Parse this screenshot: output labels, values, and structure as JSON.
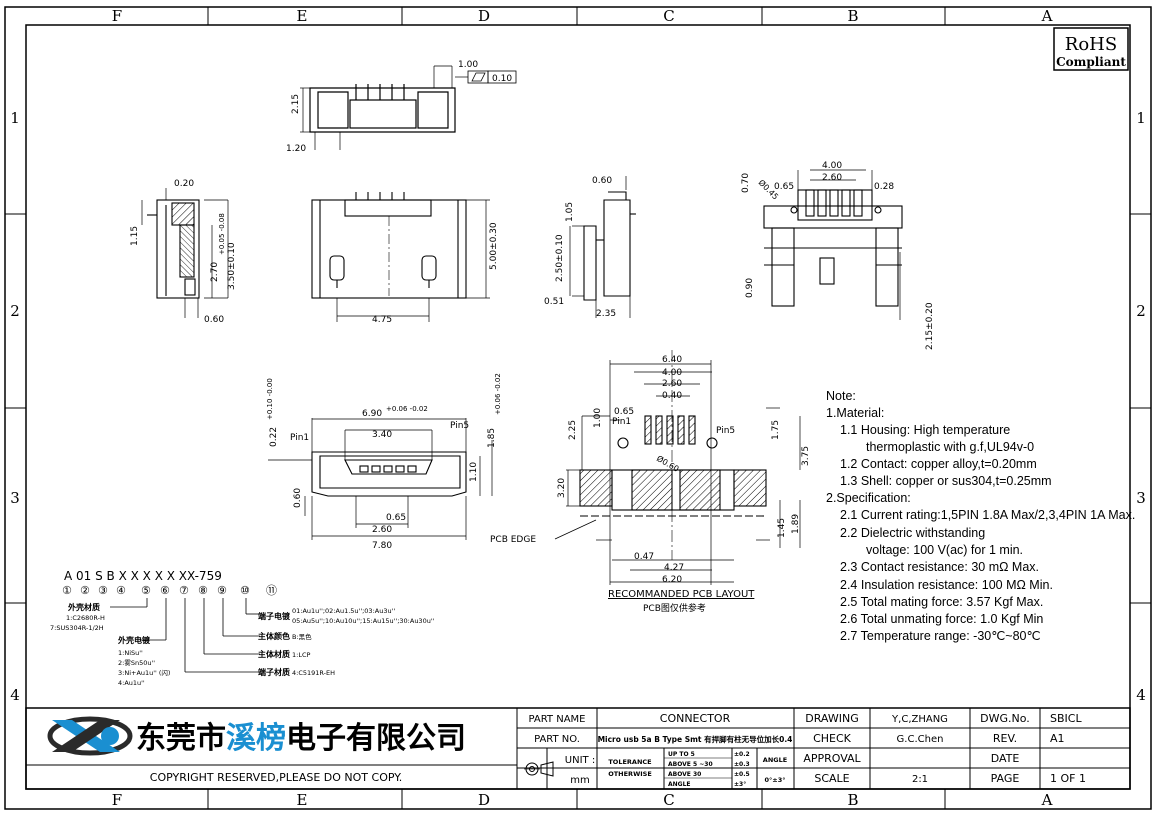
{
  "zones": {
    "top": [
      "F",
      "E",
      "D",
      "C",
      "B",
      "A"
    ],
    "bottom": [
      "F",
      "E",
      "D",
      "C",
      "B",
      "A"
    ],
    "left": [
      "1",
      "2",
      "3",
      "4"
    ],
    "right": [
      "1",
      "2",
      "3",
      "4"
    ]
  },
  "rohs": {
    "line1": "RoHS",
    "line2": "Compliant"
  },
  "dims": {
    "d100": "1.00",
    "d010": "0.10",
    "d215a": "2.15",
    "d120": "1.20",
    "d020": "0.20",
    "d115": "1.15",
    "d270": "2.70",
    "d270tol": "+0.05 -0.08",
    "d350": "3.50±0.10",
    "d060a": "0.60",
    "d500": "5.00±0.30",
    "d475": "4.75",
    "d060b": "0.60",
    "d105": "1.05",
    "d250": "2.50±0.10",
    "d051": "0.51",
    "d235": "2.35",
    "d400a": "4.00",
    "d260a": "2.60",
    "d070": "0.70",
    "d045": "Ø0.45",
    "d065a": "0.65",
    "d028": "0.28",
    "d090": "0.90",
    "d215b": "2.15±0.20",
    "d690": "6.90",
    "d690tol": "+0.06 -0.02",
    "d340": "3.40",
    "d022": "0.22",
    "d022tol": "+0.10 -0.00",
    "pin1a": "Pin1",
    "pin5a": "Pin5",
    "d110": "1.10",
    "d185": "1.85",
    "d185tol": "+0.06 -0.02",
    "d060c": "0.60",
    "d065b": "0.65",
    "d260b": "2.60",
    "d780": "7.80",
    "d640": "6.40",
    "d400b": "4.00",
    "d260c": "2.60",
    "d040": "0.40",
    "d065c": "0.65",
    "d100b": "1.00",
    "d225": "2.25",
    "pin1b": "Pin1",
    "pin5b": "Pin5",
    "d060d": "Ø0.60",
    "d175": "1.75",
    "d375": "3.75",
    "d320": "3.20",
    "d145": "1.45",
    "d189": "1.89",
    "d047": "0.47",
    "d427": "4.27",
    "d620": "6.20",
    "pcb_edge": "PCB EDGE",
    "pcb_layout": "RECOMMANDED PCB LAYOUT",
    "pcb_ref": "PCB图仅供参考"
  },
  "notes": [
    "Note:",
    "1.Material:",
    "1.1  Housing:  High  temperature",
    "thermoplastic  with  g.f,UL94v-0",
    "1.2  Contact:  copper  alloy,t=0.20mm",
    "1.3  Shell:  copper  or  sus304,t=0.25mm",
    "2.Specification:",
    "2.1  Current  rating:1,5PIN  1.8A  Max/2,3,4PIN  1A  Max.",
    "2.2  Dielectric  withstanding",
    "voltage:  100  V(ac)  for  1  min.",
    "2.3  Contact  resistance:  30  mΩ  Max.",
    "2.4  Insulation  resistance:  100  MΩ  Min.",
    "2.5  Total  mating  force:  3.57  Kgf  Max.",
    "2.6  Total  unmating  force:  1.0  Kgf  Min",
    "2.7  Temperature  range:  -30℃~80℃"
  ],
  "part_code": {
    "code": "A 01  S B X X X X X XX-759",
    "nums": [
      "①",
      "②",
      "③",
      "④",
      "⑤",
      "⑥",
      "⑦",
      "⑧",
      "⑨",
      "⑩",
      "⑪"
    ],
    "shell_title": "外壳材质",
    "shell_1": "1:C2680R-H",
    "shell_7": "7:SUS304R-1/2H",
    "plating_title": "外壳电镀",
    "plating_1": "1:NiSu''",
    "plating_2": "2:雾Sn50u''",
    "plating_3": "3:Ni+Au1u'' (闪)",
    "plating_4": "4:Au1u''",
    "terminal_plating": "端子电镀",
    "tp_line1": "01:Au1u'';02:Au1.5u'';03:Au3u''",
    "tp_line2": "05:Au5u'';10:Au10u'';15:Au15u'';30:Au30u''",
    "body_color": "主体颜色",
    "body_color_v": "B:黑色",
    "body_mat": "主体材质",
    "body_mat_v": "1:LCP",
    "term_mat": "端子材质",
    "term_mat_v": "4:C5191R-EH"
  },
  "title_block": {
    "company": "东莞市溪榜电子有限公司",
    "company_parts": [
      "东莞市",
      "溪榜",
      "电子有限公司"
    ],
    "copyright": "COPYRIGHT  RESERVED,PLEASE  DO  NOT  COPY.",
    "part_name_label": "PART  NAME",
    "part_name": "CONNECTOR",
    "part_no_label": "PART  NO.",
    "part_no": "Micro usb 5a B Type Smt 有捍脚有柱无导位加长0.4",
    "unit_label": "UNIT :",
    "unit": "mm",
    "tol_1": "TOLERANCE",
    "tol_2": "OTHERWISE",
    "tol_r1": "UP  TO  5",
    "tol_r1v": "±0.2",
    "tol_r2": "ABOVE  5 ~30",
    "tol_r2v": "±0.3",
    "tol_r3": "ABOVE  30",
    "tol_r3v": "±0.5",
    "tol_r4": "ANGLE",
    "tol_r4v": "±3°",
    "angle_label": "ANGLE",
    "angle_v": "0°±3°",
    "drawing_label": "DRAWING",
    "drawing": "Y,C,ZHANG",
    "check_label": "CHECK",
    "check": "G.C.Chen",
    "approval_label": "APPROVAL",
    "approval": "",
    "scale_label": "SCALE",
    "scale": "2:1",
    "dwg_label": "DWG.No.",
    "dwg": "SBICL",
    "rev_label": "REV.",
    "rev": "A1",
    "date_label": "DATE",
    "date": "",
    "page_label": "PAGE",
    "page": "1  OF  1"
  },
  "colors": {
    "line": "#000000",
    "accent": "#1a8fd1",
    "logo": "#2a2a2a"
  }
}
